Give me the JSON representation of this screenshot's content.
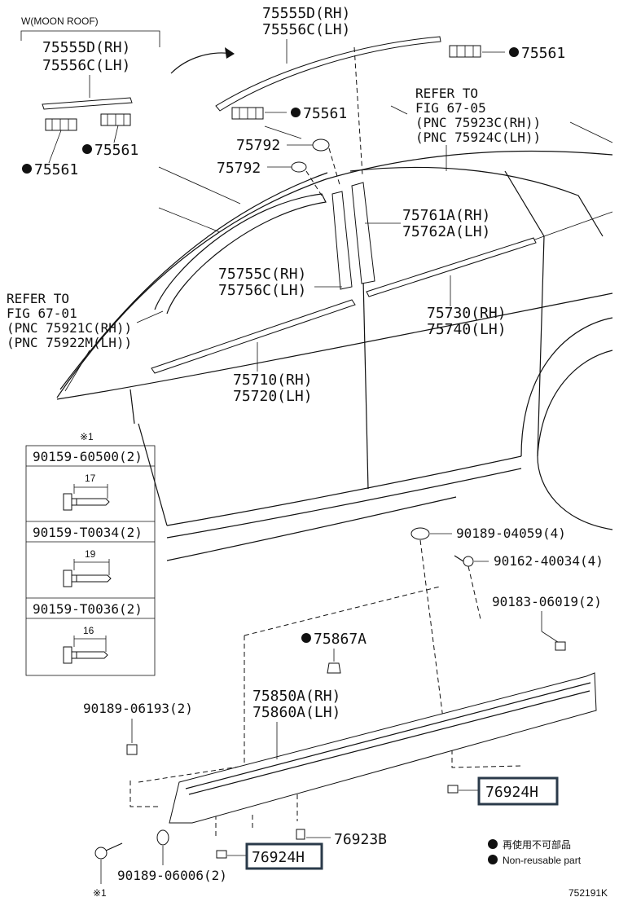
{
  "labels": {
    "moon_roof": "W(MOON ROOF)",
    "pn_75555D_rh_inset": "75555D(RH)",
    "pn_75556C_lh_inset": "75556C(LH)",
    "pn_75561_inset_a": "75561",
    "pn_75561_inset_b": "75561",
    "pn_75555D_rh": "75555D(RH)",
    "pn_75556C_lh": "75556C(LH)",
    "pn_75561_top": "75561",
    "pn_75561_mid": "75561",
    "pn_75792_a": "75792",
    "pn_75792_b": "75792",
    "refer_right_1": "REFER TO",
    "refer_right_2": "FIG 67-05",
    "refer_right_3": "(PNC 75923C(RH))",
    "refer_right_4": "(PNC 75924C(LH))",
    "refer_left_1": "REFER TO",
    "refer_left_2": "FIG 67-01",
    "refer_left_3": "(PNC 75921C(RH))",
    "refer_left_4": "(PNC 75922M(LH))",
    "pn_75761A": "75761A(RH)",
    "pn_75762A": "75762A(LH)",
    "pn_75755C": "75755C(RH)",
    "pn_75756C": "75756C(LH)",
    "pn_75730": "75730(RH)",
    "pn_75740": "75740(LH)",
    "pn_75710": "75710(RH)",
    "pn_75720": "75720(LH)",
    "note_mark_top": "※1",
    "table_row1": "90159-60500(2)",
    "table_dim1": "17",
    "table_row2": "90159-T0034(2)",
    "table_dim2": "19",
    "table_row3": "90159-T0036(2)",
    "table_dim3": "16",
    "pn_90189_04059": "90189-04059(4)",
    "pn_90162_40034": "90162-40034(4)",
    "pn_90183_06019": "90183-06019(2)",
    "pn_75867A": "75867A",
    "pn_75850A": "75850A(RH)",
    "pn_75860A": "75860A(LH)",
    "pn_90189_06193": "90189-06193(2)",
    "pn_76924H_right": "76924H",
    "pn_76923B": "76923B",
    "pn_76924H_left": "76924H",
    "pn_90189_06006": "90189-06006(2)",
    "note_mark_bottom": "※1",
    "legend_jp": "再使用不可部品",
    "legend_en": "Non-reusable part",
    "figure_id": "752191K"
  }
}
